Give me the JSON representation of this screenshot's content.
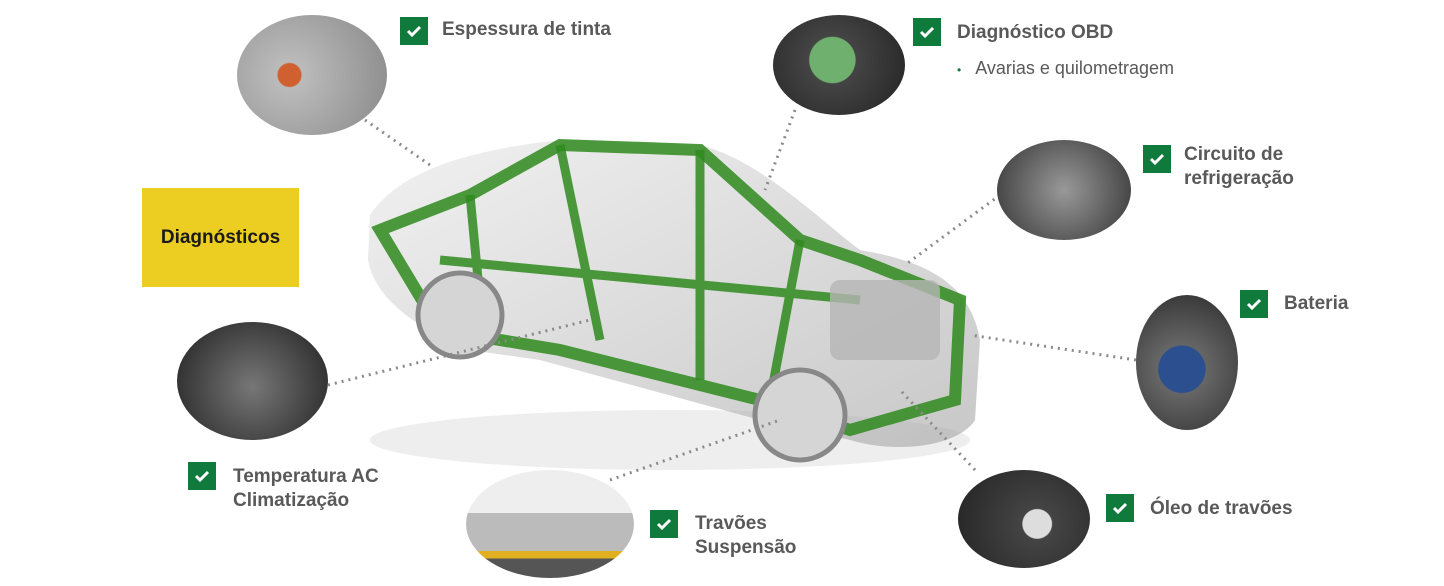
{
  "title_box": "Diagnósticos",
  "accent_color": "#0f7a3c",
  "title_box_color": "#ecce22",
  "items": [
    {
      "label": "Espessura de tinta"
    },
    {
      "label": "Diagnóstico OBD",
      "bullet": "Avarias e quilometragem"
    },
    {
      "label_line1": "Circuito de",
      "label_line2": "refrigeração"
    },
    {
      "label": "Bateria"
    },
    {
      "label": "Óleo de travões"
    },
    {
      "label_line1": "Travões",
      "label_line2": "Suspensão"
    },
    {
      "label_line1": "Temperatura AC",
      "label_line2": "Climatização"
    }
  ],
  "icons": [
    "check-icon"
  ]
}
